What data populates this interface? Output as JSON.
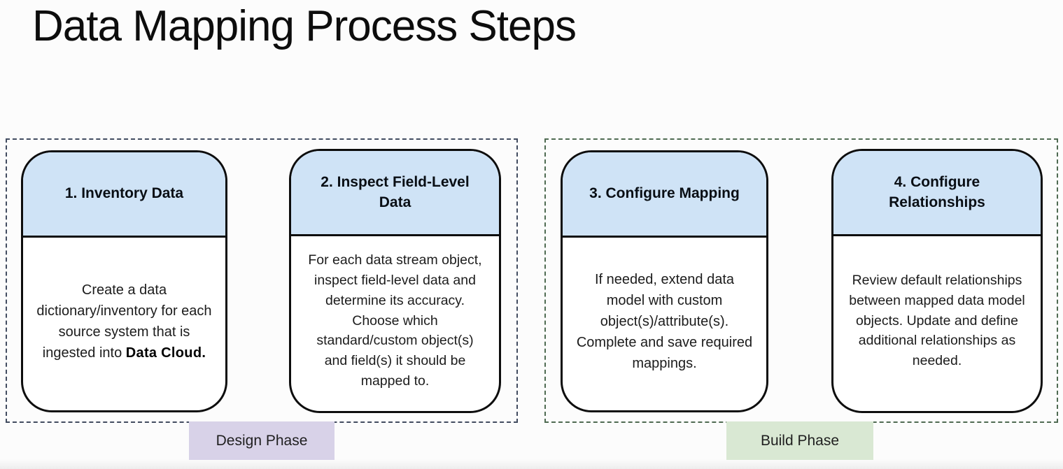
{
  "page": {
    "title": "Data Mapping Process Steps"
  },
  "colors": {
    "card_header_bg": "#cfe3f6",
    "card_border": "#0d0d0d",
    "design_group_border": "#424c60",
    "build_group_border": "#4f6b52",
    "design_label_bg": "#d8d2e8",
    "build_label_bg": "#d9e8d3"
  },
  "phases": {
    "design": {
      "label": "Design Phase"
    },
    "build": {
      "label": "Build Phase"
    }
  },
  "cards": [
    {
      "title": "1. Inventory Data",
      "body": "Create a data dictionary/inventory for each source system that is ingested into ",
      "body_emphasis": "Data Cloud."
    },
    {
      "title": "2. Inspect Field-Level Data",
      "body": "For each data stream object, inspect field-level data and determine its accuracy. Choose which standard/custom object(s) and field(s) it should be mapped to."
    },
    {
      "title": "3. Configure Mapping",
      "body": "If needed, extend data model with custom object(s)/attribute(s). Complete and save required mappings."
    },
    {
      "title": "4. Configure Relationships",
      "body": "Review default relationships between mapped data model objects. Update and define additional relationships as needed."
    }
  ]
}
